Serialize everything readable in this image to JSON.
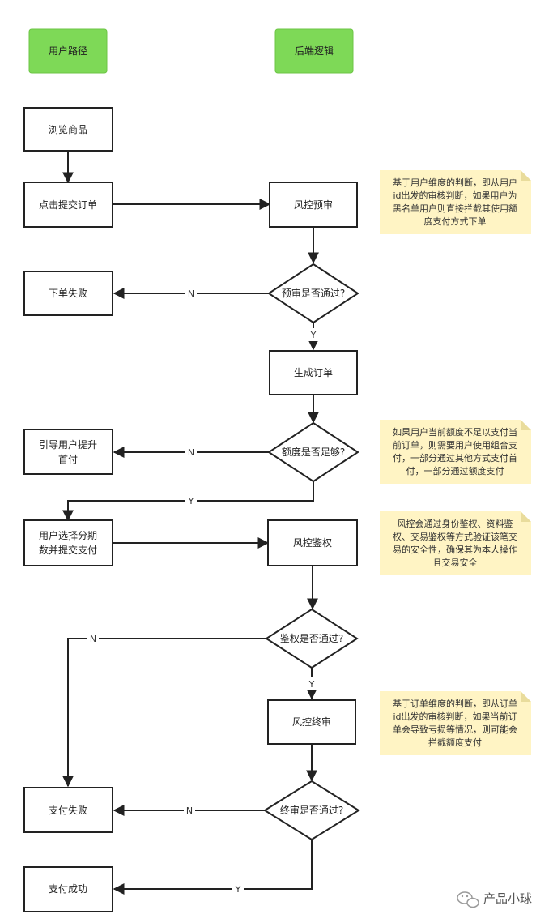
{
  "headers": {
    "user_path": "用户路径",
    "backend": "后端逻辑"
  },
  "nodes": {
    "browse": "浏览商品",
    "submit": "点击提交订单",
    "fail_order": "下单失败",
    "pre_review": "风控预审",
    "pre_pass": "预审是否通过?",
    "create_order": "生成订单",
    "credit_ok": "额度是否足够?",
    "guide_line1": "引导用户提升",
    "guide_line2": "首付",
    "choose_line1": "用户选择分期",
    "choose_line2": "数并提交支付",
    "auth": "风控鉴权",
    "auth_pass": "鉴权是否通过?",
    "final_review": "风控终审",
    "final_pass": "终审是否通过?",
    "pay_fail": "支付失败",
    "pay_success": "支付成功"
  },
  "edge_labels": {
    "n1": "N",
    "y1": "Y",
    "n2": "N",
    "y2": "Y",
    "n3": "N",
    "y3": "Y",
    "n4": "N",
    "y4": "Y"
  },
  "notes": {
    "note1": [
      "基于用户维度的判断，即从用户",
      "id出发的审核判断，如果用户为",
      "黑名单用户则直接拦截其使用额",
      "度支付方式下单"
    ],
    "note2": [
      "如果用户当前额度不足以支付当",
      "前订单，则需要用户使用组合支",
      "付，一部分通过其他方式支付首",
      "付，一部分通过额度支付"
    ],
    "note3": [
      "风控会通过身份鉴权、资料鉴",
      "权、交易鉴权等方式验证该笔交",
      "易的安全性，确保其为本人操作",
      "且交易安全"
    ],
    "note4": [
      "基于订单维度的判断，即从订单",
      "id出发的审核判断，如果当前订",
      "单会导致亏损等情况，则可能会",
      "拦截额度支付"
    ]
  },
  "watermark": "产品小球"
}
